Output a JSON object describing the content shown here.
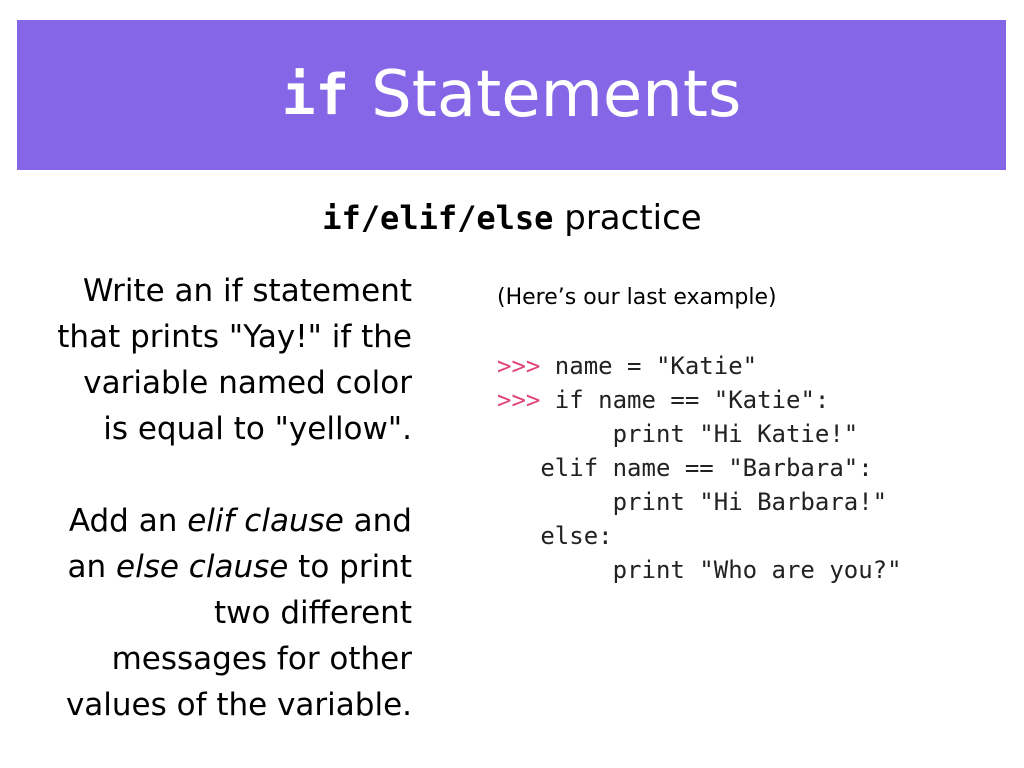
{
  "slide": {
    "title_code": "if",
    "title_text": "Statements",
    "subtitle_code": "if/elif/else",
    "subtitle_text": "practice",
    "instructions": {
      "para1_lines": [
        "Write an if statement",
        "that prints \"Yay!\" if the",
        "variable named color",
        "is equal to \"yellow\"."
      ],
      "para2": {
        "l1_a": "Add an ",
        "l1_em": "elif clause",
        "l1_b": " and",
        "l2_a": "an ",
        "l2_em": "else clause",
        "l2_b": " to print",
        "l3": "two different",
        "l4": "messages for other",
        "l5": "values of the variable."
      }
    },
    "example_caption": "(Here’s our last example)",
    "code": {
      "prompt": ">>>",
      "lines": [
        " name = \"Katie\"",
        " if name == \"Katie\":",
        "        print \"Hi Katie!\"",
        "   elif name == \"Barbara\":",
        "        print \"Hi Barbara!\"",
        "   else:",
        "        print \"Who are you?\""
      ]
    },
    "colors": {
      "header_band": "#8466e6",
      "prompt": "#e0457b",
      "title_text": "#ffffff"
    }
  }
}
